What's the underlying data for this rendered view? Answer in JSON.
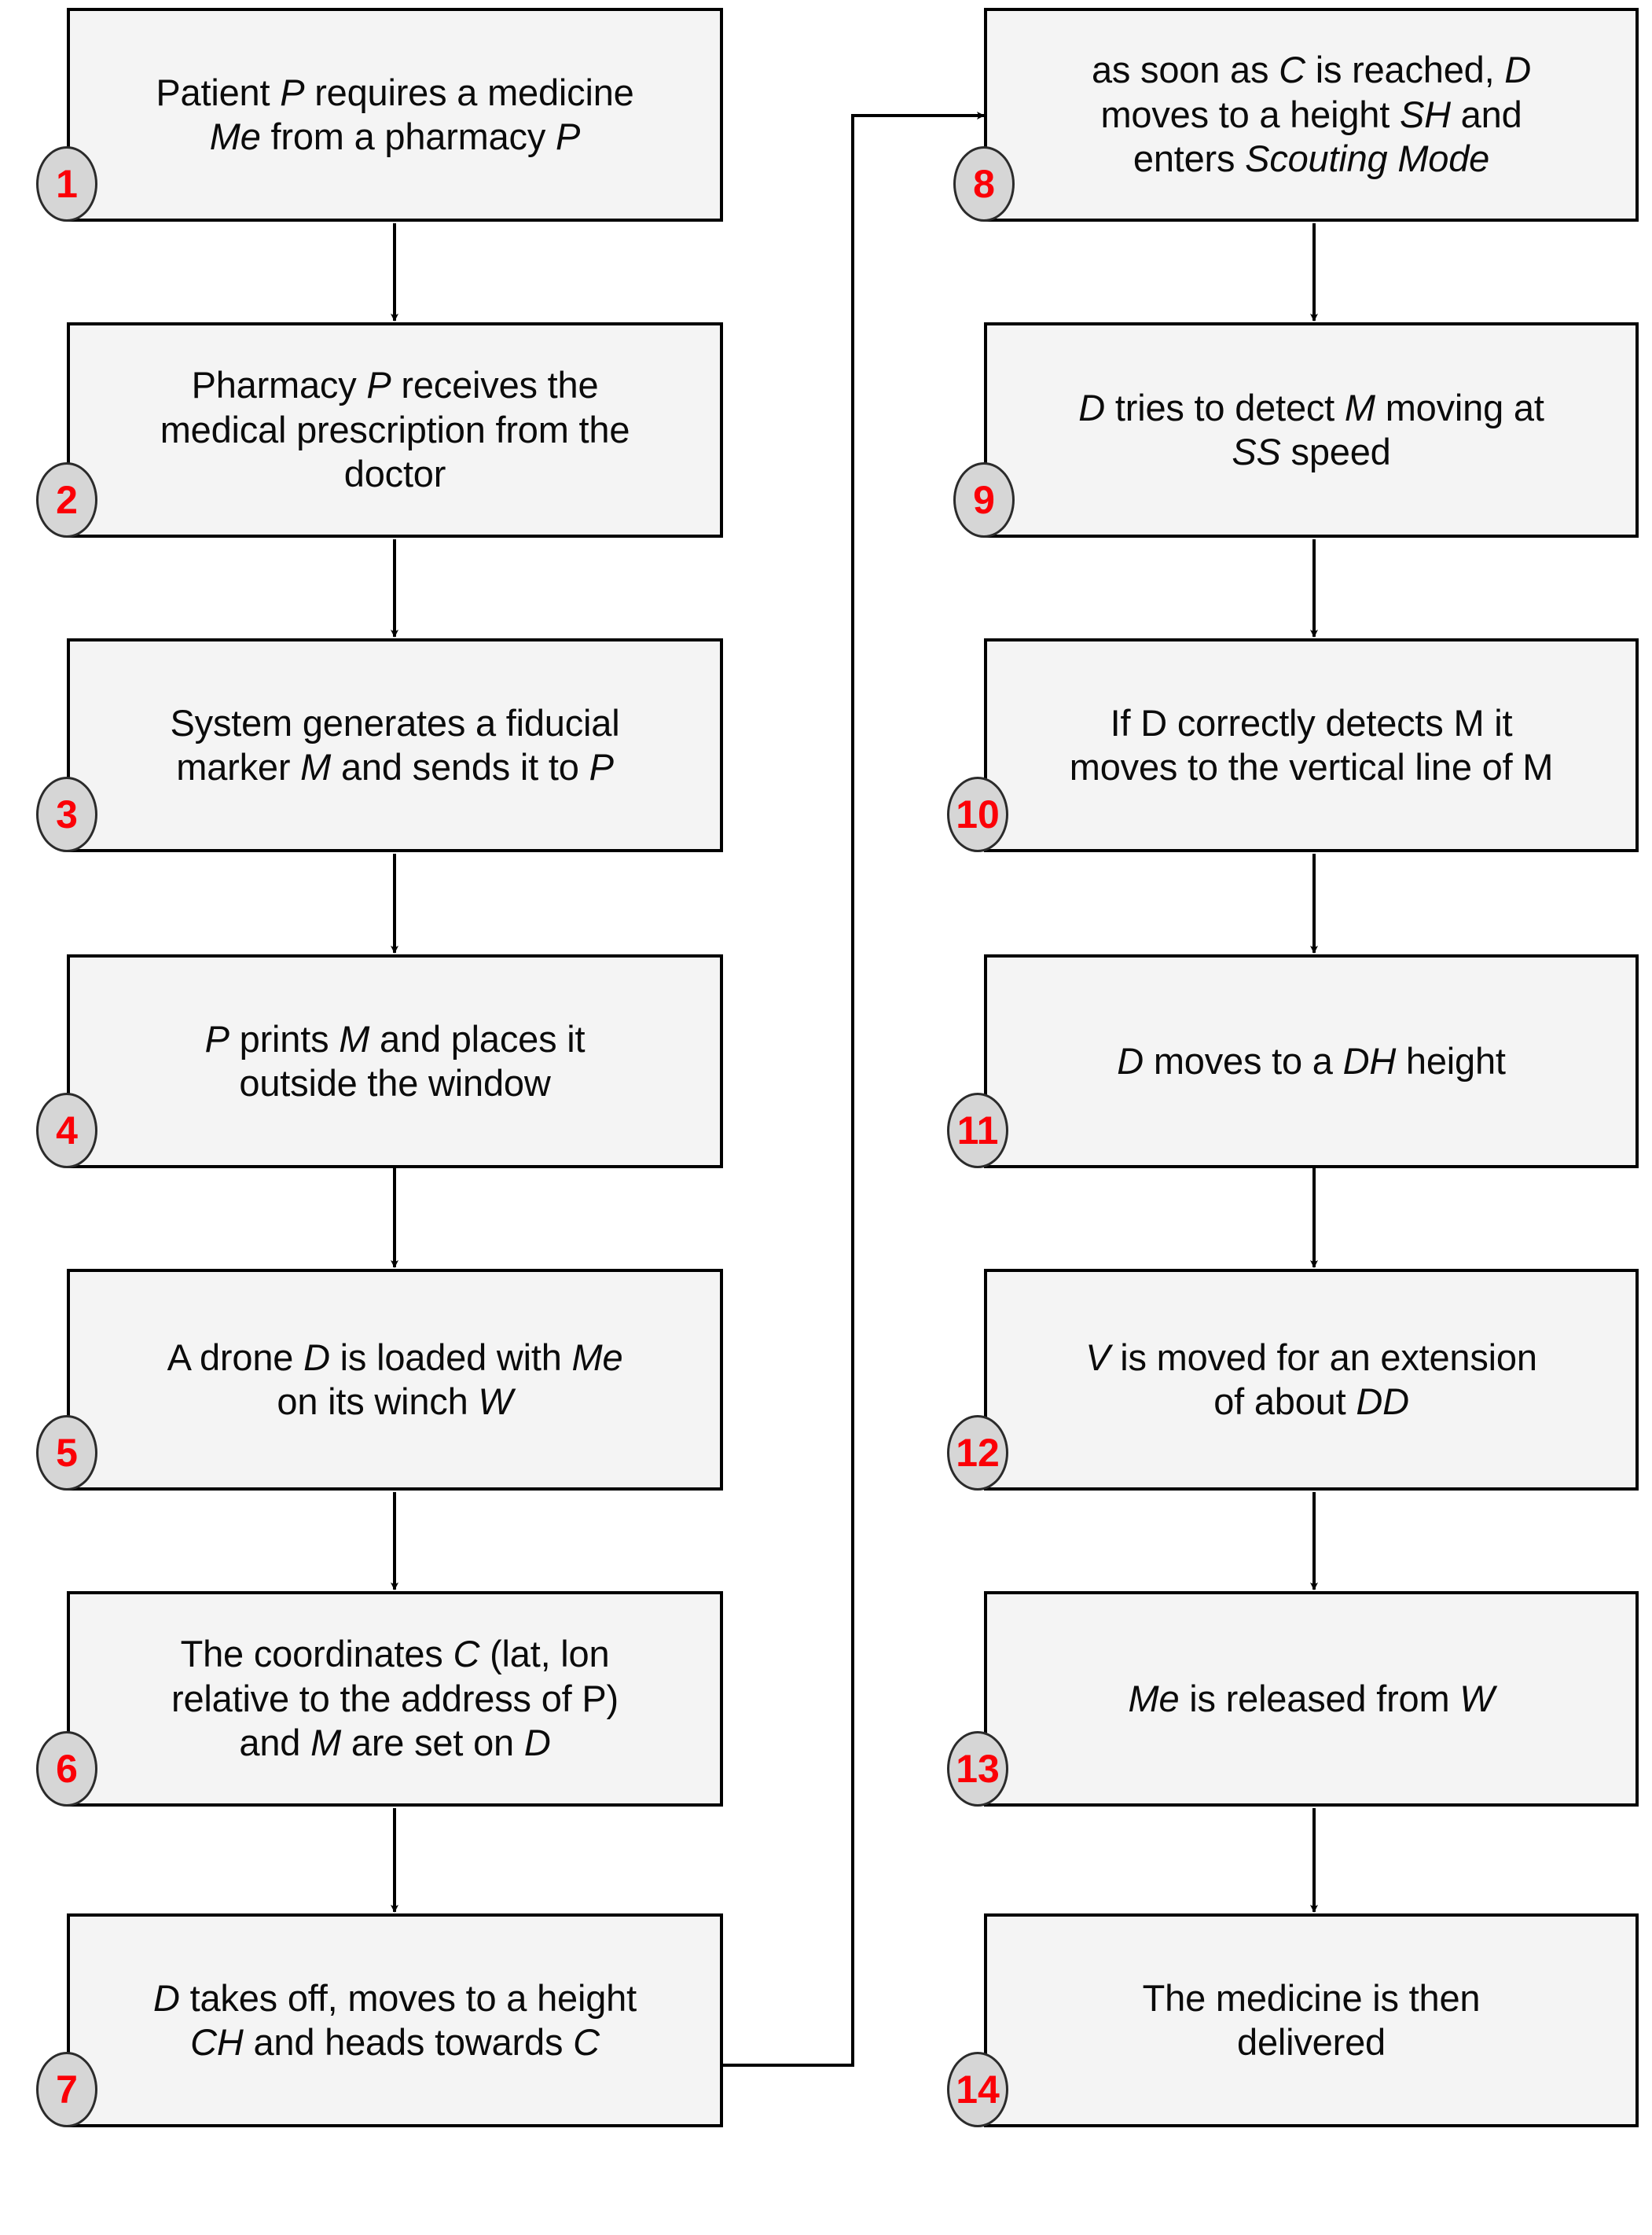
{
  "diagram": {
    "type": "flowchart",
    "title": "Drone medicine delivery procedure flowchart",
    "colors": {
      "node_fill": "#f4f4f4",
      "node_border": "#000000",
      "badge_fill": "#d6d6d6",
      "badge_border": "#2b2b2b",
      "badge_number": "#fb0007",
      "edge": "#000000",
      "background": "#ffffff"
    },
    "columns": [
      {
        "name": "left-column",
        "step_ids": [
          1,
          2,
          3,
          4,
          5,
          6,
          7
        ]
      },
      {
        "name": "right-column",
        "step_ids": [
          8,
          9,
          10,
          11,
          12,
          13,
          14
        ]
      }
    ],
    "steps": [
      {
        "id": "1",
        "lines": [
          "Patient <i>P</i> requires a medicine",
          "<i>Me</i> from a pharmacy <i>P</i>"
        ],
        "plain": "Patient P requires a medicine Me from a pharmacy P"
      },
      {
        "id": "2",
        "lines": [
          "Pharmacy <i>P</i> receives the",
          "medical prescription from the",
          "doctor"
        ],
        "plain": "Pharmacy P receives the medical prescription from the doctor"
      },
      {
        "id": "3",
        "lines": [
          "System generates a fiducial",
          "marker <i>M</i> and sends it to <i>P</i>"
        ],
        "plain": "System generates a fiducial marker M and sends it to P"
      },
      {
        "id": "4",
        "lines": [
          "<i>P</i> prints <i>M</i> and places it",
          "outside the window"
        ],
        "plain": "P prints M and places it outside the window"
      },
      {
        "id": "5",
        "lines": [
          "A drone <i>D</i> is loaded with <i>Me</i>",
          "on its winch <i>W</i>"
        ],
        "plain": "A drone D is loaded with Me on its winch W"
      },
      {
        "id": "6",
        "lines": [
          "The coordinates <i>C</i> (lat, lon",
          "relative to the address of P)",
          "and <i>M</i> are set on <i>D</i>"
        ],
        "plain": "The coordinates C (lat, lon relative to the address of P) and M are set on D"
      },
      {
        "id": "7",
        "lines": [
          "<i>D</i> takes off, moves to a height",
          "<i>CH</i> and heads towards <i>C</i>"
        ],
        "plain": "D takes off, moves to a height CH and heads towards C"
      },
      {
        "id": "8",
        "lines": [
          "as soon as <i>C</i> is reached, <i>D</i>",
          "moves to a height <i>SH</i> and",
          "enters <i>Scouting Mode</i>"
        ],
        "plain": "as soon as C is reached, D moves to a height SH and enters Scouting Mode"
      },
      {
        "id": "9",
        "lines": [
          "<i>D</i> tries to detect <i>M</i> moving at",
          "<i>SS</i> speed"
        ],
        "plain": "D tries to detect M moving at SS speed"
      },
      {
        "id": "10",
        "lines": [
          "If D correctly detects M it",
          "moves to the vertical line of M"
        ],
        "plain": "If D correctly detects M it moves to the vertical line of M"
      },
      {
        "id": "11",
        "lines": [
          "<i>D</i> moves to a <i>DH</i> height"
        ],
        "plain": "D moves to a DH height"
      },
      {
        "id": "12",
        "lines": [
          "<i>V</i> is moved for an extension",
          "of about <i>DD</i>"
        ],
        "plain": "V is moved for an extension of about DD"
      },
      {
        "id": "13",
        "lines": [
          "<i>Me</i> is released from <i>W</i>"
        ],
        "plain": "Me is released from W"
      },
      {
        "id": "14",
        "lines": [
          "The medicine is then",
          "delivered"
        ],
        "plain": "The medicine is then delivered"
      }
    ],
    "edges": [
      {
        "from": "1",
        "to": "2",
        "kind": "straight-down"
      },
      {
        "from": "2",
        "to": "3",
        "kind": "straight-down"
      },
      {
        "from": "3",
        "to": "4",
        "kind": "straight-down"
      },
      {
        "from": "4",
        "to": "5",
        "kind": "straight-down"
      },
      {
        "from": "5",
        "to": "6",
        "kind": "straight-down"
      },
      {
        "from": "6",
        "to": "7",
        "kind": "straight-down"
      },
      {
        "from": "7",
        "to": "8",
        "kind": "right-up-right-elbow"
      },
      {
        "from": "8",
        "to": "9",
        "kind": "straight-down"
      },
      {
        "from": "9",
        "to": "10",
        "kind": "straight-down"
      },
      {
        "from": "10",
        "to": "11",
        "kind": "straight-down"
      },
      {
        "from": "11",
        "to": "12",
        "kind": "straight-down"
      },
      {
        "from": "12",
        "to": "13",
        "kind": "straight-down"
      },
      {
        "from": "13",
        "to": "14",
        "kind": "straight-down"
      }
    ]
  }
}
